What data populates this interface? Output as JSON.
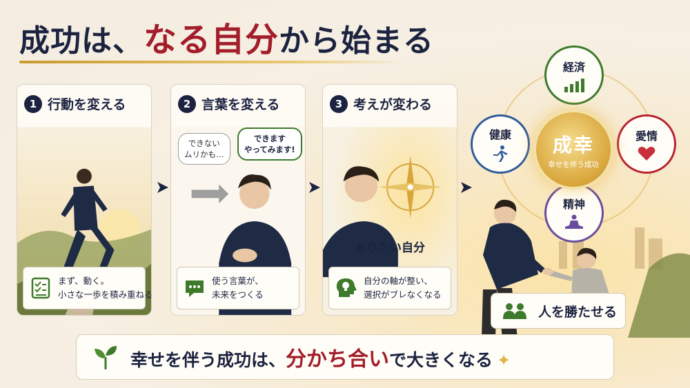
{
  "title": {
    "part1": "成功は、",
    "accent": "なる自分",
    "part2": "から始まる"
  },
  "steps": [
    {
      "num": "1",
      "heading": "行動を変える",
      "caption_line1": "まず、動く。",
      "caption_line2": "小さな一歩を積み重ねる",
      "icon": "checklist-icon"
    },
    {
      "num": "2",
      "heading": "言葉を変える",
      "bubble_before_1": "できない",
      "bubble_before_2": "ムリかも…",
      "bubble_after_1": "できます",
      "bubble_after_2": "やってみます!",
      "caption_line1": "使う言葉が、",
      "caption_line2": "未来をつくる",
      "icon": "speech-bubble-icon"
    },
    {
      "num": "3",
      "heading": "考えが変わる",
      "ideal_label": "ありたい自分",
      "caption_line1": "自分の軸が整い、",
      "caption_line2": "選択がブレなくなる",
      "icon": "lightbulb-head-icon"
    }
  ],
  "success_diagram": {
    "center_title": "成幸",
    "center_sub": "幸せを伴う成功",
    "economy": "経済",
    "health": "健康",
    "love": "愛情",
    "spirit": "精神",
    "colors": {
      "economy": "#3d7a2c",
      "health": "#2f5b9b",
      "love": "#b8232f",
      "spirit": "#6a4c9c",
      "gold": "#d8a53b"
    }
  },
  "win_win": "人を勝たせる",
  "banner": {
    "part1": "幸せを伴う成功は、",
    "accent": "分かち合い",
    "part2": "で大きくなる",
    "sparkle": "✦"
  },
  "colors": {
    "navy": "#1c2340",
    "crimson": "#a31d2a",
    "green": "#3d7a2c"
  }
}
